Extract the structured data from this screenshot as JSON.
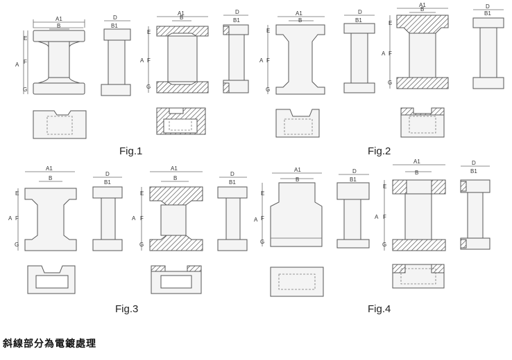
{
  "figures": [
    {
      "label": "Fig.1"
    },
    {
      "label": "Fig.2"
    },
    {
      "label": "Fig.3"
    },
    {
      "label": "Fig.4"
    }
  ],
  "dimensions": {
    "A1": "A1",
    "B": "B",
    "D": "D",
    "B1": "B1",
    "A": "A",
    "E": "E",
    "F": "F",
    "G": "G"
  },
  "note": "斜線部分為電鍍處理"
}
